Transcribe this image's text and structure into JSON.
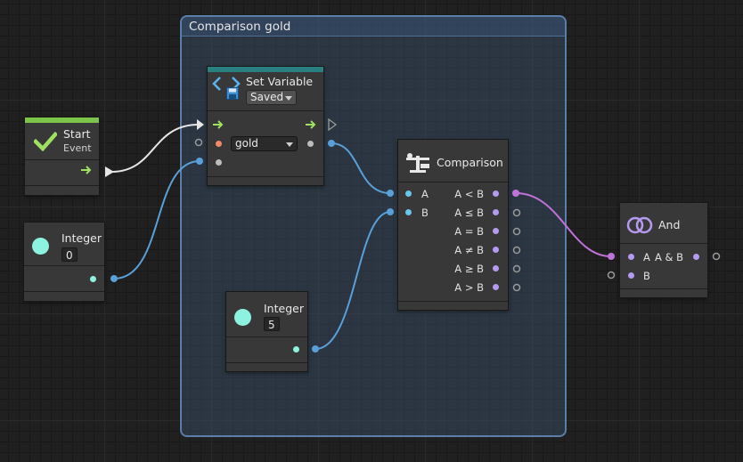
{
  "group": {
    "title": "Comparison gold"
  },
  "nodes": {
    "start": {
      "title": "Start",
      "subtitle": "Event",
      "color": "#7cc44a"
    },
    "integer0": {
      "title": "Integer",
      "value": "0"
    },
    "set_variable": {
      "title": "Set Variable",
      "scope": "Saved",
      "variable": "gold",
      "color": "#2a8080"
    },
    "integer5": {
      "title": "Integer",
      "value": "5"
    },
    "comparison": {
      "title": "Comparison",
      "inputs": [
        "A",
        "B"
      ],
      "outputs": [
        "A < B",
        "A ≤ B",
        "A = B",
        "A ≠ B",
        "A ≥ B",
        "A > B"
      ]
    },
    "and": {
      "title": "And",
      "inputs": [
        "A",
        "B"
      ],
      "output": "A & B"
    }
  },
  "colors": {
    "flow": "#9fe060",
    "integer_port": "#8ef2e0",
    "bool_port": "#b49af0",
    "value_wire": "#5aa0d8",
    "bool_wire": "#c072d8",
    "flow_wire": "#e6e6e6"
  },
  "icons": [
    "check-icon",
    "flow-arrow-icon",
    "variable-icon",
    "floppy-disk-icon",
    "scale-icon",
    "venn-icon",
    "circle-icon"
  ]
}
